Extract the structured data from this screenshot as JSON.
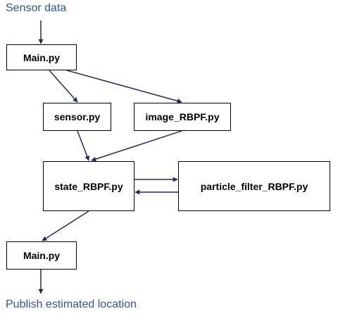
{
  "diagram": {
    "input_label": "Sensor data",
    "output_label": "Publish estimated location",
    "nodes": {
      "main_top": "Main.py",
      "sensor": "sensor.py",
      "image_rbpf": "image_RBPF.py",
      "state_rbpf": "state_RBPF.py",
      "particle_filter_rbpf": "particle_filter_RBPF.py",
      "main_bottom": "Main.py"
    },
    "edges": [
      {
        "from": "Sensor data",
        "to": "Main.py"
      },
      {
        "from": "Main.py",
        "to": "sensor.py"
      },
      {
        "from": "Main.py",
        "to": "image_RBPF.py"
      },
      {
        "from": "sensor.py",
        "to": "state_RBPF.py"
      },
      {
        "from": "image_RBPF.py",
        "to": "state_RBPF.py"
      },
      {
        "from": "state_RBPF.py",
        "to": "particle_filter_RBPF.py"
      },
      {
        "from": "particle_filter_RBPF.py",
        "to": "state_RBPF.py"
      },
      {
        "from": "state_RBPF.py",
        "to": "Main.py"
      },
      {
        "from": "Main.py",
        "to": "Publish estimated location"
      }
    ],
    "colors": {
      "label_text": "#2e5597",
      "edge": "#1f2a63",
      "node_border": "#000000"
    }
  }
}
